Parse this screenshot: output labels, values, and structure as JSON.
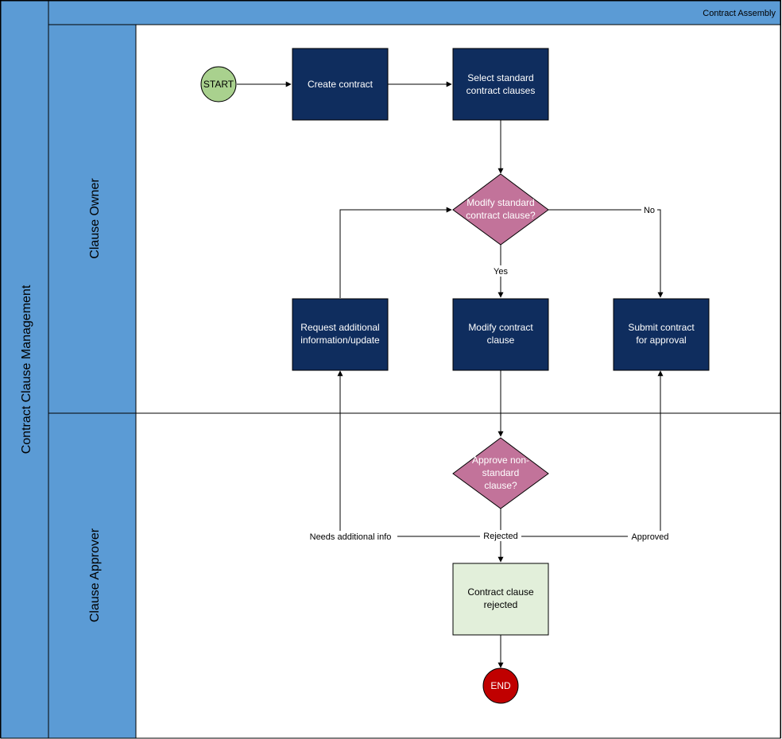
{
  "diagram": {
    "pool_label": "Contract Clause Management",
    "phase_label": "Contract Assembly",
    "lanes": [
      {
        "id": "owner",
        "label": "Clause Owner"
      },
      {
        "id": "approver",
        "label": "Clause Approver"
      }
    ],
    "nodes": [
      {
        "id": "start",
        "type": "start",
        "lines": [
          "START"
        ]
      },
      {
        "id": "create",
        "type": "task",
        "lines": [
          "Create contract"
        ]
      },
      {
        "id": "select",
        "type": "task",
        "lines": [
          "Select standard",
          "contract clauses"
        ]
      },
      {
        "id": "modify_q",
        "type": "decision",
        "lines": [
          "Modify standard",
          "contract clause?"
        ]
      },
      {
        "id": "request",
        "type": "task",
        "lines": [
          "Request additional",
          "information/update"
        ]
      },
      {
        "id": "modify",
        "type": "task",
        "lines": [
          "Modify contract",
          "clause"
        ]
      },
      {
        "id": "submit",
        "type": "task",
        "lines": [
          "Submit contract",
          "for approval"
        ]
      },
      {
        "id": "approve_q",
        "type": "decision",
        "lines": [
          "Approve non-",
          "standard",
          "clause?"
        ]
      },
      {
        "id": "rejected",
        "type": "outcome",
        "lines": [
          "Contract clause",
          "rejected"
        ]
      },
      {
        "id": "end",
        "type": "end",
        "lines": [
          "END"
        ]
      }
    ],
    "edge_labels": {
      "no": "No",
      "yes": "Yes",
      "needs_info": "Needs additional info",
      "rejected": "Rejected",
      "approved": "Approved"
    }
  },
  "colors": {
    "lane_header": "#5b9bd5",
    "task_fill": "#0f2d5e",
    "decision_fill": "#c2739a",
    "start_fill": "#a9d18e",
    "end_fill": "#c00000",
    "outcome_fill": "#e2efda",
    "line": "#000000"
  }
}
